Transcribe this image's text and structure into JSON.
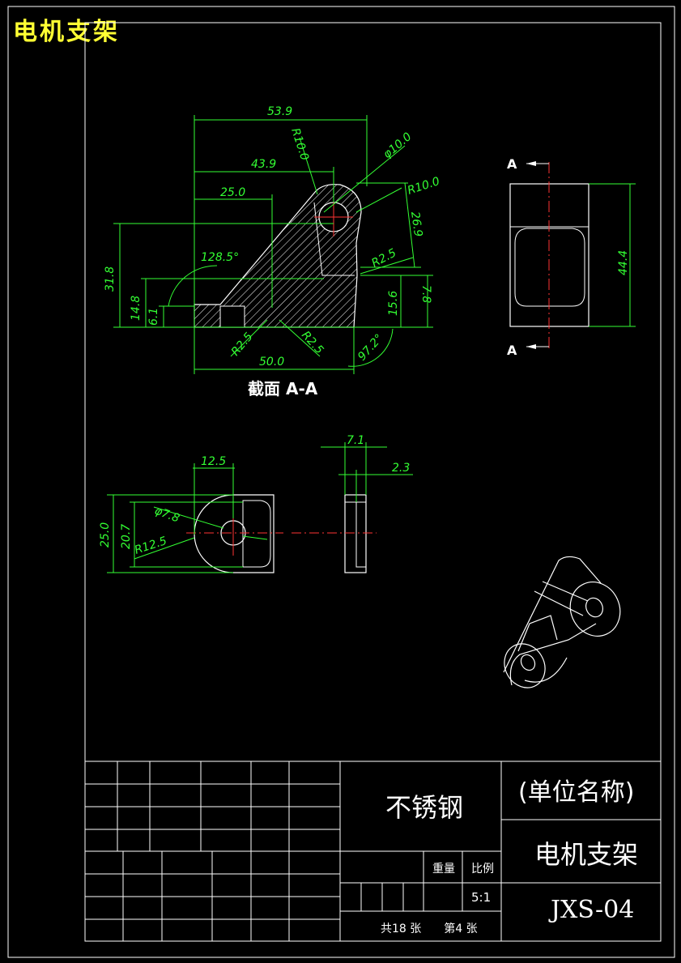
{
  "sheet_title": "电机支架",
  "colors": {
    "background": "#000000",
    "outline": "#ffffff",
    "dimension": "#33ff33",
    "center_line": "#ff3333",
    "title": "#ffff33"
  },
  "section_view": {
    "caption": "截面 A-A",
    "dims": {
      "d53_9": "53.9",
      "d43_9": "43.9",
      "d25_0": "25.0",
      "r10_top": "R10.0",
      "dia10": "φ10.0",
      "r10_right": "R10.0",
      "d26_9": "26.9",
      "a128_5": "128.5°",
      "r2_5_right": "R2.5",
      "d31_8": "31.8",
      "d14_8": "14.8",
      "d6_1": "6.1",
      "d15_6": "15.6",
      "d7_8": "7.8",
      "r2_5_left": "R2.5",
      "r2_5_mid": "R2.5",
      "d50_0": "50.0",
      "a97_2": "97.2°"
    }
  },
  "side_view": {
    "marker_top": "A",
    "marker_bottom": "A",
    "dims": {
      "d44_4": "44.4"
    }
  },
  "plan_view": {
    "dims": {
      "d12_5": "12.5",
      "dia7_8": "φ7.8",
      "d25_0": "25.0",
      "d20_7": "20.7",
      "r12_5": "R12.5"
    }
  },
  "edge_view": {
    "dims": {
      "d7_1": "7.1",
      "d2_3": "2.3"
    }
  },
  "title_block": {
    "material": "不锈钢",
    "company": "(单位名称)",
    "drawing_name": "电机支架",
    "drawing_no": "JXS-04",
    "weight_label": "重量",
    "scale_label": "比例",
    "scale_value": "5:1",
    "sheets_text": "共18 张　　第4 张"
  }
}
